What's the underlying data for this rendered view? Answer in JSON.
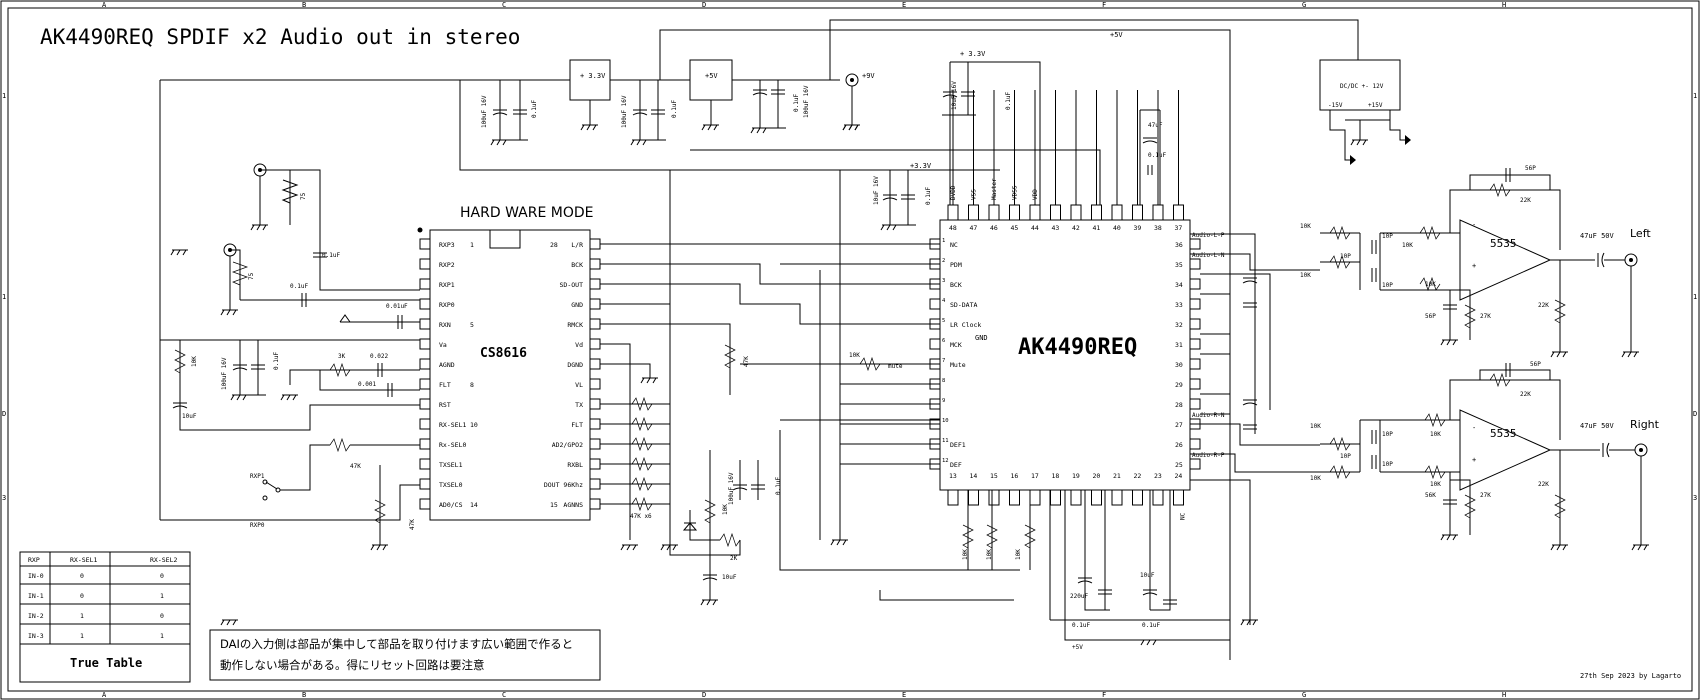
{
  "title": "AK4490REQ SPDIF x2 Audio out in stereo",
  "subtitle": "HARD WARE MODE",
  "credit": "27th Sep 2023 by Lagarto",
  "note": {
    "line1": "DAIの入力側は部品が集中して部品を取り付けます広い範囲で作ると",
    "line2": "動作しない場合がある。得にリセット回路は要注意"
  },
  "grid": {
    "cols": [
      "A",
      "B",
      "C",
      "D",
      "E",
      "F",
      "G",
      "H"
    ],
    "rows": [
      "1",
      "2",
      "D",
      "3"
    ]
  },
  "truth_table": {
    "caption": "True Table",
    "headers": [
      "RXP",
      "RX-SEL1",
      "RX-SEL2"
    ],
    "rows": [
      [
        "IN-0",
        "0",
        "0"
      ],
      [
        "IN-1",
        "0",
        "1"
      ],
      [
        "IN-2",
        "1",
        "0"
      ],
      [
        "IN-3",
        "1",
        "1"
      ]
    ]
  },
  "cs8616": {
    "name": "CS8616",
    "left_pins": [
      "RXP3",
      "RXP2",
      "RXP1",
      "RXP0",
      "RXN",
      "Va",
      "AGND",
      "FLT",
      "RST",
      "RX-SEL1",
      "Rx-SEL0",
      "TXSEL1",
      "TXSEL0",
      "AD0/CS"
    ],
    "left_nums": [
      "1",
      "",
      "",
      "",
      "5",
      "",
      "",
      "8",
      "",
      "10",
      "",
      "",
      "",
      "14"
    ],
    "right_pins": [
      "L/R",
      "BCK",
      "SD-OUT",
      "GND",
      "RMCK",
      "Vd",
      "DGND",
      "VL",
      "TX",
      "FLT",
      "AD2/GPO2",
      "RXBL",
      "DOUT 96Khz",
      "AGNNS"
    ],
    "right_nums": [
      "28",
      "",
      "",
      "",
      "",
      "",
      "",
      "",
      "",
      "",
      "",
      "",
      "",
      "15"
    ]
  },
  "ak4490": {
    "name": "AK4490REQ",
    "left_pins": [
      "NC",
      "PDM",
      "BCK",
      "SD-DATA",
      "LR Clock",
      "MCK",
      "Mute",
      "",
      "",
      "",
      "DEF1",
      "DEF"
    ],
    "left_nums": [
      "1",
      "2",
      "3",
      "4",
      "5",
      "6",
      "7",
      "8",
      "9",
      "10",
      "11",
      "12"
    ],
    "gnd_label": "GND",
    "right_nums": [
      "36",
      "35",
      "34",
      "33",
      "32",
      "31",
      "30",
      "29",
      "28",
      "27",
      "26",
      "25"
    ],
    "right_labels": [
      "Audio-L-P",
      "Audio-L-N",
      "",
      "",
      "",
      "",
      "",
      "",
      "",
      "Audio-R-N",
      "",
      "Audio-R-P"
    ],
    "top_nums": [
      "48",
      "47",
      "46",
      "45",
      "44",
      "43",
      "42",
      "41",
      "40",
      "39",
      "38",
      "37"
    ],
    "top_labels": [
      "DVDD",
      "VSS",
      "Master",
      "VDSS",
      "VDD",
      "",
      "",
      "",
      "",
      "",
      "",
      ""
    ],
    "bottom_nums": [
      "13",
      "14",
      "15",
      "16",
      "17",
      "18",
      "19",
      "20",
      "21",
      "22",
      "23",
      "24"
    ],
    "bottom_last_label": "NC"
  },
  "opamps": [
    {
      "name": "5535",
      "out": "Left",
      "cap": "47uF 50V",
      "fb_cap": "56P",
      "fb_res": "22K",
      "in_res": [
        "10K",
        "10K"
      ],
      "in_caps": [
        "10P",
        "10P",
        "10P"
      ],
      "res_right": [
        "10K",
        "10K"
      ],
      "bias_cap": "56P",
      "bias_res": "27K",
      "load": "22K"
    },
    {
      "name": "5535",
      "out": "Right",
      "cap": "47uF 50V",
      "fb_cap": "56P",
      "fb_res": "22K",
      "in_res": [
        "10K",
        "10K"
      ],
      "in_caps": [
        "10P",
        "10P",
        "10P"
      ],
      "res_right": [
        "10K",
        "10K"
      ],
      "bias_cap": "56K",
      "bias_res": "27K",
      "load": "22K"
    }
  ],
  "power": {
    "reg1": "+ 3.3V",
    "reg2": "+5V",
    "dcdc": "DC/DC +- 12V",
    "dcdc_neg": "-15V",
    "dcdc_pos": "+15V",
    "in9v": "+9V",
    "rail5v_top": "+5V",
    "rail33_top": "+ 3.3V",
    "rail33_ak": "+3.3V",
    "rail5v_bottom": "+5V"
  },
  "labels": {
    "c100u16": "100uF 16V",
    "c100u16b": "100uF 16V",
    "c01u": "0.1uF",
    "c10u16v": "10uF 16V",
    "c10uf": "10uF",
    "c220uf": "220uF",
    "c47uf": "47uF",
    "c001": "0.01uF",
    "c0022": "0.022",
    "c0001": "0.001",
    "r75": "75",
    "r3k": "3K",
    "r10k": "10K",
    "r47k": "47K",
    "r47kx6": "47K x6",
    "r2k": "2K",
    "mute": "mute",
    "rxp1": "RXP1",
    "rxp0": "RXP0"
  }
}
